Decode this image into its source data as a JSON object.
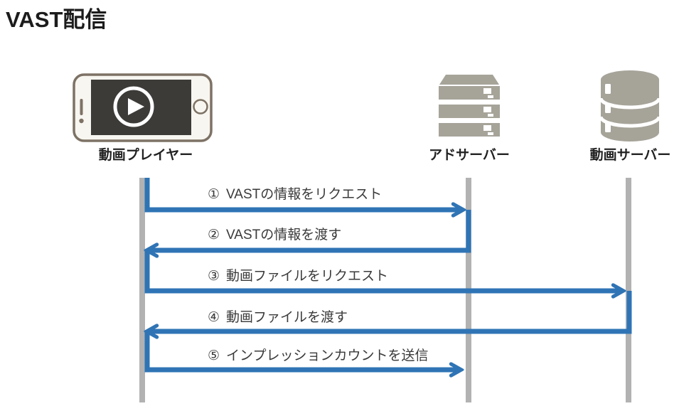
{
  "title": "VAST配信",
  "colors": {
    "arrow_blue": "#2f74b5",
    "lifeline_gray": "#b2b2b2",
    "icon_gray": "#a6a399",
    "phone_outline": "#7d7265",
    "phone_screen": "#3d3b38",
    "text_dark": "#3a3a3a"
  },
  "actors": [
    {
      "id": "video-player",
      "label": "動画プレイヤー",
      "icon": "smartphone-play-icon"
    },
    {
      "id": "ad-server",
      "label": "アドサーバー",
      "icon": "server-stack-icon"
    },
    {
      "id": "video-server",
      "label": "動画サーバー",
      "icon": "database-icon"
    }
  ],
  "messages": [
    {
      "step": "①",
      "label": "VASTの情報をリクエスト",
      "from": "video-player",
      "to": "ad-server"
    },
    {
      "step": "②",
      "label": "VASTの情報を渡す",
      "from": "ad-server",
      "to": "video-player"
    },
    {
      "step": "③",
      "label": "動画ファイルをリクエスト",
      "from": "video-player",
      "to": "video-server"
    },
    {
      "step": "④",
      "label": "動画ファイルを渡す",
      "from": "video-server",
      "to": "video-player"
    },
    {
      "step": "⑤",
      "label": "インプレッションカウントを送信",
      "from": "video-player",
      "to": "ad-server"
    }
  ]
}
